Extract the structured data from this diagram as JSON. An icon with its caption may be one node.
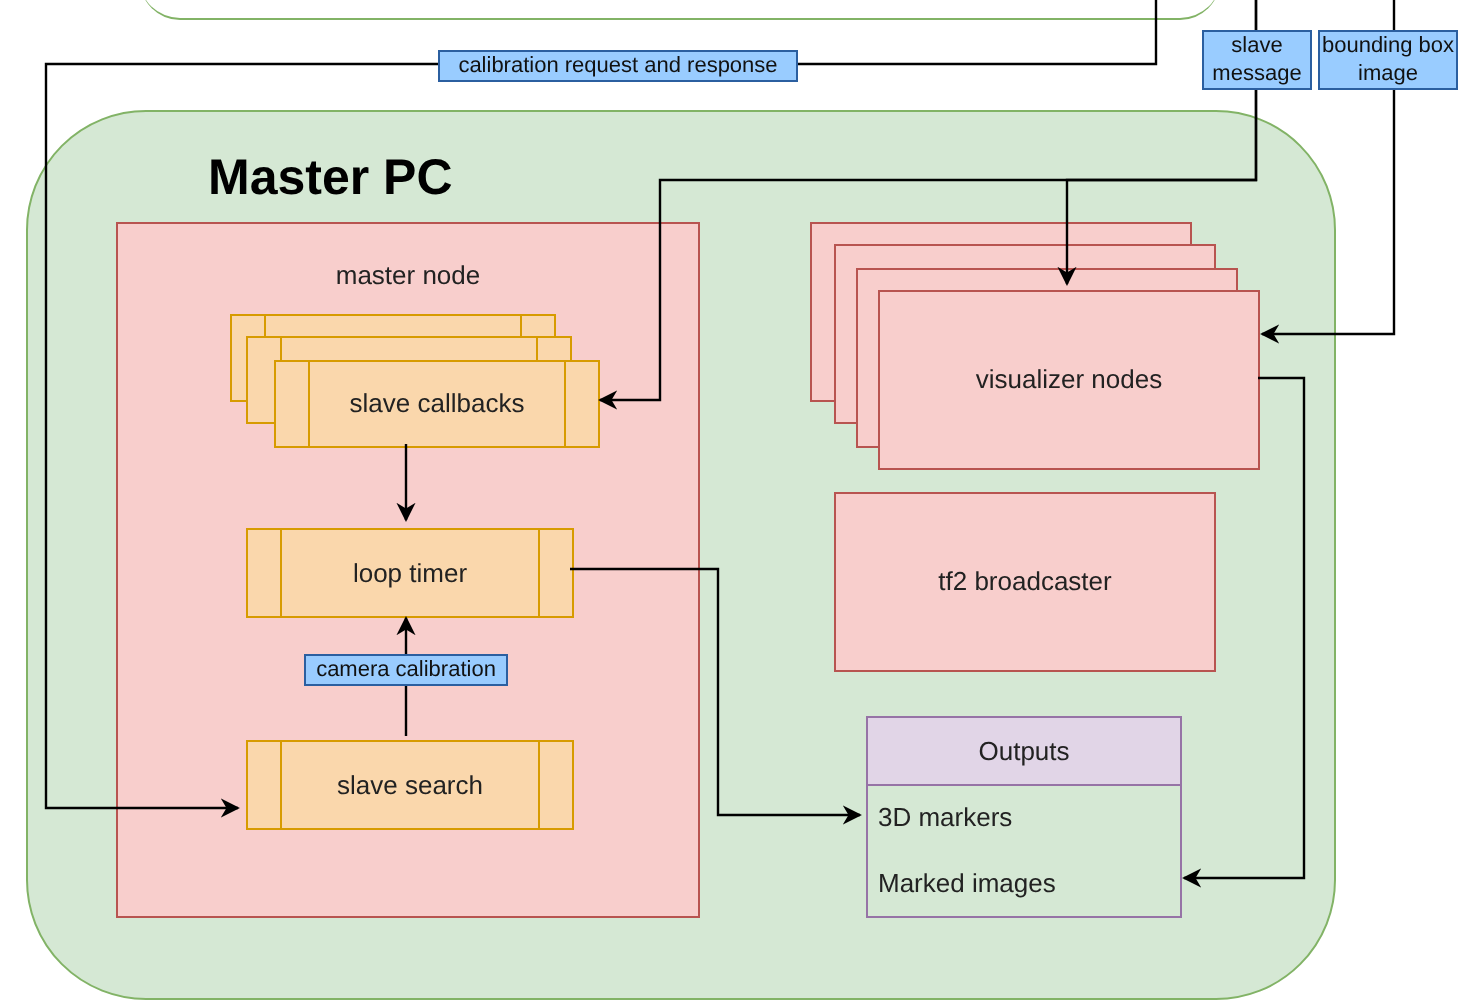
{
  "diagram": {
    "nodes": [
      {
        "text": [
          "Master PC"
        ]
      },
      {
        "text": [
          "master node"
        ],
        "in": 0
      },
      {
        "text": [
          "slave callbacks"
        ],
        "in": 1
      },
      {
        "text": [
          "loop timer"
        ],
        "in": 1
      },
      {
        "text": [
          "slave search"
        ],
        "in": 1
      },
      {
        "text": [
          "visualizer nodes"
        ],
        "in": 0
      },
      {
        "text": [
          "tf2 broadcaster"
        ],
        "in": 0
      },
      {
        "text": [
          "Outputs"
        ],
        "in": 0
      },
      {
        "text": [
          "3D markers"
        ],
        "in": 7
      },
      {
        "text": [
          "Marked images"
        ],
        "in": 7
      }
    ],
    "edges": [
      {
        "from": null,
        "to": 4,
        "arrow": "to",
        "label": "calibration request and response"
      },
      {
        "from": null,
        "to": 2,
        "arrow": "to",
        "label": "slave message"
      },
      {
        "from": null,
        "to": 5,
        "arrow": "to"
      },
      {
        "from": null,
        "to": 5,
        "arrow": "to",
        "label": "bounding box image"
      },
      {
        "from": 2,
        "to": 3,
        "arrow": "to"
      },
      {
        "from": 4,
        "to": 3,
        "arrow": "to",
        "label": "camera calibration"
      },
      {
        "from": 3,
        "to": 8,
        "arrow": "to"
      },
      {
        "from": 5,
        "to": 9,
        "arrow": "to"
      }
    ]
  }
}
